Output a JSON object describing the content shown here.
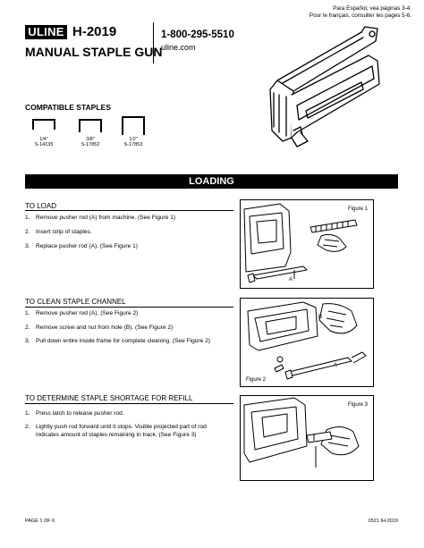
{
  "header": {
    "lang_note_es": "Para Español, vea páginas 3-4.",
    "lang_note_fr": "Pour le français, consulter les pages 5-6.",
    "brand": "ULINE",
    "model": "H-2019",
    "title": "MANUAL STAPLE GUN",
    "phone": "1-800-295-5510",
    "website": "uline.com"
  },
  "compatible": {
    "heading": "COMPATIBLE STAPLES",
    "items": [
      {
        "size": "1/4\"",
        "part": "S-14135"
      },
      {
        "size": "3/8\"",
        "part": "S-17852"
      },
      {
        "size": "1/2\"",
        "part": "S-17853"
      }
    ]
  },
  "banner": "LOADING",
  "sections": [
    {
      "heading": "TO LOAD",
      "steps": [
        {
          "num": "1.",
          "text": "Remove pusher rod (A) from machine. (See Figure 1)"
        },
        {
          "num": "2.",
          "text": "Insert strip of staples."
        },
        {
          "num": "3.",
          "text": "Replace pusher rod (A). (See Figure 1)"
        }
      ],
      "figure": {
        "label": "Figure 1",
        "callouts": [
          "A"
        ]
      }
    },
    {
      "heading": "TO CLEAN STAPLE CHANNEL",
      "steps": [
        {
          "num": "1.",
          "text": "Remove pusher rod (A). (See Figure 2)"
        },
        {
          "num": "2.",
          "text": "Remove screw and nut from hole (B). (See Figure 2)"
        },
        {
          "num": "3.",
          "text": "Pull down entire inside frame for complete cleaning. (See Figure 2)"
        }
      ],
      "figure": {
        "label": "Figure 2",
        "callouts": [
          "B",
          "A"
        ]
      }
    },
    {
      "heading": "TO DETERMINE STAPLE SHORTAGE FOR REFILL",
      "steps": [
        {
          "num": "1.",
          "text": "Press latch to release pusher rod."
        },
        {
          "num": "2.",
          "text": "Lightly push rod forward until it stops. Visible projected part of rod indicates amount of staples remaining in track. (See Figure 3)"
        }
      ],
      "figure": {
        "label": "Figure 3",
        "callouts": []
      }
    }
  ],
  "footer": {
    "left": "PAGE 1 OF 6",
    "right": "0521 IH-2019"
  }
}
